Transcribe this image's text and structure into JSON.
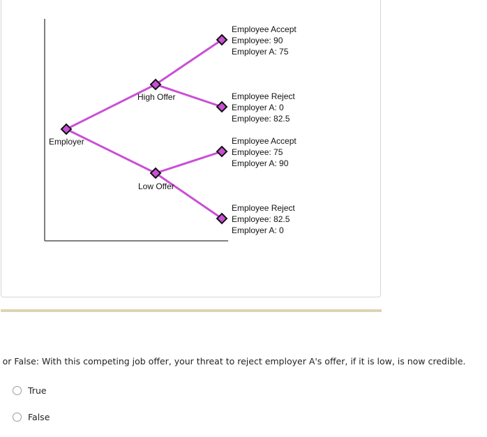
{
  "game_tree": {
    "colors": {
      "edge": "#c94fd6",
      "node_fill": "#c94fd6",
      "node_stroke": "#111111",
      "axis": "#555555"
    },
    "root": {
      "label": "Employer"
    },
    "decision_nodes": [
      {
        "id": "high",
        "label": "High Offer"
      },
      {
        "id": "low",
        "label": "Low Offer"
      }
    ],
    "outcomes": [
      {
        "title": "Employee Accept",
        "line1": "Employee: 90",
        "line2": "Employer A: 75"
      },
      {
        "title": "Employee Reject",
        "line1": "Employer A: 0",
        "line2": "Employee: 82.5"
      },
      {
        "title": "Employee Accept",
        "line1": "Employee: 75",
        "line2": "Employer A: 90"
      },
      {
        "title": "Employee Reject",
        "line1": "Employee: 82.5",
        "line2": "Employer A: 0"
      }
    ]
  },
  "question": {
    "text": "e or False: With this competing job offer, your threat to reject employer A's offer, if it is low, is now credible.",
    "options": [
      {
        "label": "True",
        "selected": false
      },
      {
        "label": "False",
        "selected": false
      }
    ]
  }
}
